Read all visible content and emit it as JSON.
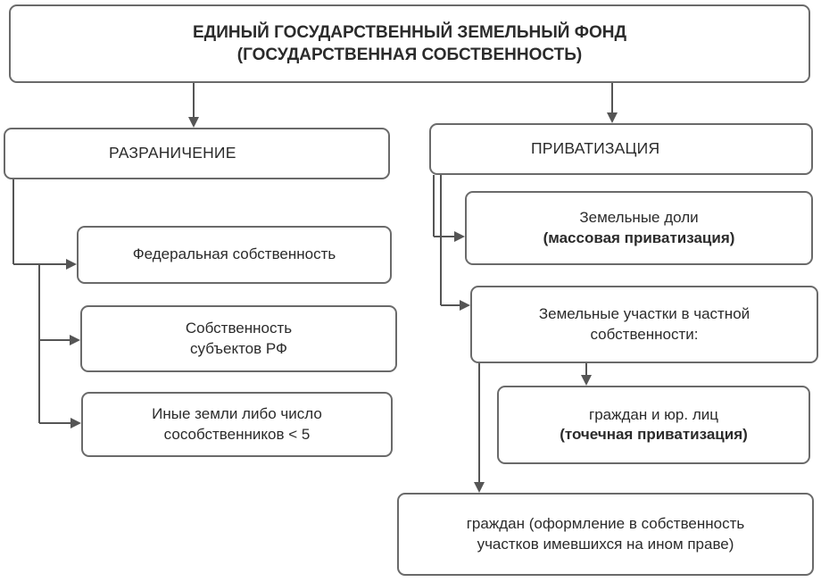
{
  "root": {
    "line1": "ЕДИНЫЙ ГОСУДАРСТВЕННЫЙ ЗЕМЕЛЬНЫЙ ФОНД",
    "line2": "(ГОСУДАРСТВЕННАЯ СОБСТВЕННОСТЬ)"
  },
  "razgranichenie": {
    "label": "РАЗРАНИЧЕНИЕ",
    "items": [
      {
        "line1": "Федеральная собственность"
      },
      {
        "line1": "Собственность",
        "line2": "субъектов РФ"
      },
      {
        "line1": "Иные земли либо число",
        "line2": "сособственников < 5"
      }
    ]
  },
  "privatizaciya": {
    "label": "ПРИВАТИЗАЦИЯ",
    "dolі": {
      "line1": "Земельные доли",
      "line2": "(массовая приватизация)"
    },
    "uchastki": {
      "line1": "Земельные участки в частной",
      "line2": "собственности:"
    },
    "grazhdan_yur": {
      "line1": "граждан и юр. лиц",
      "line2": "(точечная приватизация)"
    },
    "grazhdan": {
      "line1": "граждан (оформление в собственность",
      "line2": "участков имевшихся на ином праве)"
    }
  }
}
